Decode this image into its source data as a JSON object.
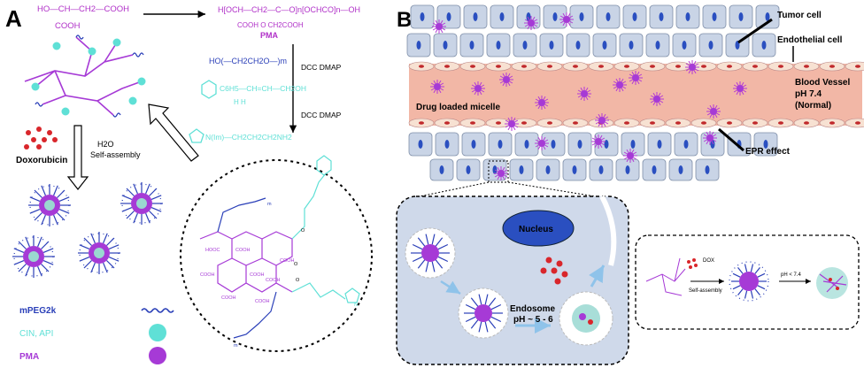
{
  "panel_a": {
    "label": "A",
    "reactant_formula": "HO—CH—CH2—COOH",
    "reactant_cooh": "COOH",
    "pma_formula": "H[OCH—CH2—C—O]n[OCHCO]n—OH",
    "pma_sub": "COOH      O          CH2COOH",
    "pma_name": "PMA",
    "peg_formula": "HO(—CH2CH2O—)m",
    "step1_reagent": "DCC DMAP",
    "cin_formula": "C6H5—CH=CH—CH2OH",
    "cin_h": "H      H",
    "step2_reagent": "DCC DMAP",
    "api_formula": "N(Im)—CH2CH2CH2NH2",
    "drug_label": "Doxorubicin",
    "assembly_water": "H2O",
    "assembly_label": "Self-assembly",
    "legend": [
      {
        "label": "mPEG2k",
        "color": "#2a3fb8"
      },
      {
        "label": "CIN, API",
        "color": "#5fe0d6"
      },
      {
        "label": "PMA",
        "color": "#a63ad6"
      }
    ],
    "circle_texts": {
      "cooh_labels": [
        "HOOC",
        "COOH",
        "COOH",
        "COOH",
        "COOH",
        "COOH",
        "COOH",
        "COOH"
      ],
      "o_labels": [
        "O",
        "O",
        "O"
      ],
      "m_labels": [
        "m",
        "m"
      ],
      "n_label": "N"
    }
  },
  "panel_b": {
    "label": "B",
    "tumor_cell": "Tumor cell",
    "endothelial_cell": "Endothelial cell",
    "blood_vessel": "Blood Vessel",
    "ph_blood": "pH 7.4",
    "normal": "(Normal)",
    "drug_micelle": "Drug loaded micelle",
    "epr": "EPR  effect",
    "nucleus": "Nucleus",
    "endosome": "Endosome",
    "endosome_ph": "pH ~ 5 - 6",
    "inset_dox": "DOX",
    "inset_assembly": "Self-assembly",
    "inset_ph": "pH < 7.4"
  },
  "colors": {
    "purple": "#a63ad6",
    "blue": "#2a3fb8",
    "cyan": "#5fe0d6",
    "vessel": "#f2b7a6",
    "cell": "#c9d4e6",
    "nucleus_blue": "#2a4fc0",
    "dox_red": "#d9262b"
  }
}
